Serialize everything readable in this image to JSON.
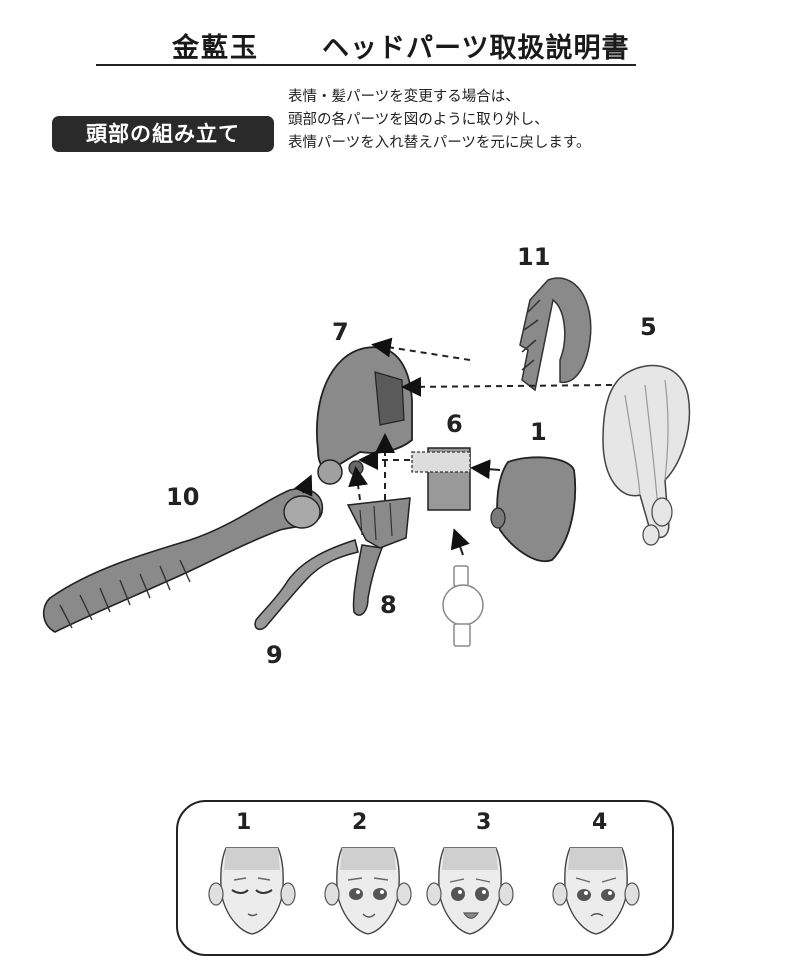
{
  "header": {
    "brand": "金藍玉",
    "doc_title": "ヘッドパーツ取扱説明書"
  },
  "section": {
    "badge": "頭部の組み立て"
  },
  "instructions": [
    "表情・髪パーツを変更する場合は、",
    "頭部の各パーツを図のように取り外し、",
    "表情パーツを入れ替えパーツを元に戻します。"
  ],
  "parts": {
    "p11": "11",
    "p7": "7",
    "p5": "5",
    "p6": "6",
    "p1": "1",
    "p10": "10",
    "p8": "8",
    "p9": "9"
  },
  "faces": [
    {
      "label": "1"
    },
    {
      "label": "2"
    },
    {
      "label": "3"
    },
    {
      "label": "4"
    }
  ],
  "colors": {
    "ink": "#1a1a1a",
    "badge_bg": "#2a2a2a",
    "part_gray": "#8a8a8a",
    "hair_light": "#e6e6e6"
  }
}
